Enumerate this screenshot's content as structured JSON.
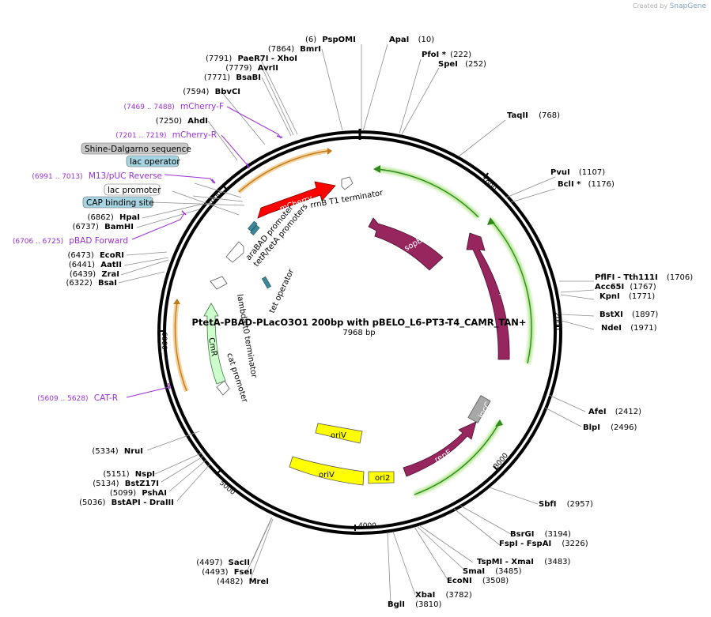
{
  "credit": {
    "prefix": "Created by",
    "brand": "SnapGene"
  },
  "plasmid": {
    "name": "PtetA-PBAD-PLacO3O1 200bp with pBELO_L6-PT3-T4_CAMR_TAN+",
    "length": "7968 bp"
  },
  "ruler": [
    "1000",
    "2000",
    "3000",
    "4000",
    "5000",
    "6000",
    "7000"
  ],
  "sites_right": [
    {
      "name": "PspOMI",
      "pos": "(6)"
    },
    {
      "name": "ApaI",
      "pos": "(10)"
    },
    {
      "name": "PfoI *",
      "pos": "(222)"
    },
    {
      "name": "SpeI",
      "pos": "(252)"
    },
    {
      "name": "TaqII",
      "pos": "(768)"
    },
    {
      "name": "PvuI",
      "pos": "(1107)"
    },
    {
      "name": "BclI *",
      "pos": "(1176)"
    },
    {
      "name": "PflFI - Tth111I",
      "pos": "(1706)"
    },
    {
      "name": "Acc65I",
      "pos": "(1767)"
    },
    {
      "name": "KpnI",
      "pos": "(1771)"
    },
    {
      "name": "BstXI",
      "pos": "(1897)"
    },
    {
      "name": "NdeI",
      "pos": "(1971)"
    },
    {
      "name": "AfeI",
      "pos": "(2412)"
    },
    {
      "name": "BlpI",
      "pos": "(2496)"
    },
    {
      "name": "SbfI",
      "pos": "(2957)"
    },
    {
      "name": "BsrGI",
      "pos": "(3194)"
    },
    {
      "name": "FspI - FspAI",
      "pos": "(3226)"
    },
    {
      "name": "TspMI - XmaI",
      "pos": "(3483)"
    },
    {
      "name": "SmaI",
      "pos": "(3485)"
    },
    {
      "name": "EcoNI",
      "pos": "(3508)"
    },
    {
      "name": "XbaI",
      "pos": "(3782)"
    },
    {
      "name": "BglI",
      "pos": "(3810)"
    }
  ],
  "sites_left": [
    {
      "name": "BmrI",
      "pos": "(7864)"
    },
    {
      "name": "PaeR7I - XhoI",
      "pos": "(7791)"
    },
    {
      "name": "AvrII",
      "pos": "(7779)"
    },
    {
      "name": "BsaBI",
      "pos": "(7771)"
    },
    {
      "name": "BbvCI",
      "pos": "(7594)"
    },
    {
      "name": "AhdI",
      "pos": "(7250)"
    },
    {
      "name": "HpaI",
      "pos": "(6862)"
    },
    {
      "name": "BamHI",
      "pos": "(6737)"
    },
    {
      "name": "EcoRI",
      "pos": "(6473)"
    },
    {
      "name": "AatII",
      "pos": "(6441)"
    },
    {
      "name": "ZraI",
      "pos": "(6439)"
    },
    {
      "name": "BsaI",
      "pos": "(6322)"
    },
    {
      "name": "NruI",
      "pos": "(5334)"
    },
    {
      "name": "NspI",
      "pos": "(5151)"
    },
    {
      "name": "BstZ17I",
      "pos": "(5134)"
    },
    {
      "name": "PshAI",
      "pos": "(5099)"
    },
    {
      "name": "BstAPI - DraIII",
      "pos": "(5036)"
    },
    {
      "name": "SacII",
      "pos": "(4497)"
    },
    {
      "name": "FseI",
      "pos": "(4493)"
    },
    {
      "name": "MreI",
      "pos": "(4482)"
    }
  ],
  "primers": [
    {
      "name": "mCherry-F",
      "range": "(7469 .. 7488)"
    },
    {
      "name": "mCherry-R",
      "range": "(7201 .. 7219)"
    },
    {
      "name": "M13/pUC Reverse",
      "range": "(6991 .. 7013)"
    },
    {
      "name": "pBAD Forward",
      "range": "(6706 .. 6725)"
    },
    {
      "name": "CAT-R",
      "range": "(5609 .. 5628)"
    }
  ],
  "boxed_features": [
    {
      "name": "Shine-Dalgarno sequence",
      "fill": "#c8c8c8"
    },
    {
      "name": "lac operator",
      "fill": "#a6d4e2"
    },
    {
      "name": "lac promoter",
      "fill": "#ffffff"
    },
    {
      "name": "CAP binding site",
      "fill": "#a6d4e2"
    }
  ],
  "features": {
    "mCherry": "mCherry",
    "rrnB": "rrnB T1 terminator",
    "araBAD": "araBAD promoter",
    "tetR": "tetR/tetA promoters",
    "lambda": "lambda t0 terminator",
    "tetOp": "tet operator",
    "CmR": "CmR",
    "cat": "cat promoter",
    "sopB": "sopB",
    "sopA": "sopA",
    "incC": "incC",
    "repE": "repE",
    "ori2": "ori2",
    "oriV1": "oriV",
    "oriV2": "oriV"
  },
  "colors": {
    "backbone": "#000000",
    "red_feature": "#ff0000",
    "plum_feature": "#97265f",
    "yellow_feature": "#ffff00",
    "cmr_feature": "#ccffcc",
    "primer": "#9b30d9",
    "green_arc": "#7cc444",
    "orange_arc": "#e3a037",
    "gray_feature": "#a8a8a8"
  }
}
